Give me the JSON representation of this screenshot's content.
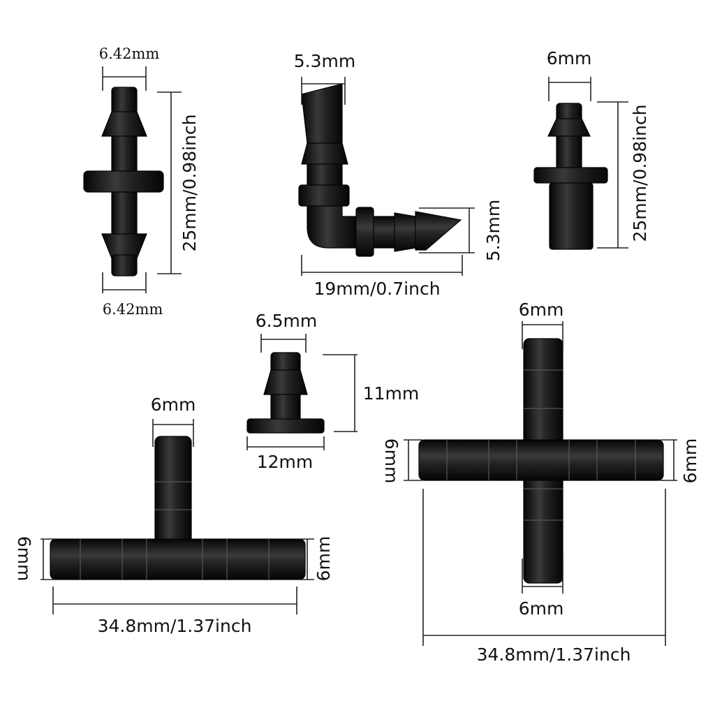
{
  "colors": {
    "part": "#1a1a1a",
    "background": "#ffffff",
    "dimension_line": "#222222"
  },
  "straight_connector": {
    "top_width": "6.42mm",
    "bottom_width": "6.42mm",
    "length": "25mm/0.98inch"
  },
  "elbow_connector": {
    "top_width": "5.3mm",
    "side_width": "5.3mm",
    "span": "19mm/0.7inch"
  },
  "barbed_adapter": {
    "width": "6mm",
    "length": "25mm/0.98inch"
  },
  "end_plug": {
    "width": "6.5mm",
    "height": "11mm",
    "flange": "12mm"
  },
  "tee_connector": {
    "top_width": "6mm",
    "left_width": "6mm",
    "right_width": "6mm",
    "length": "34.8mm/1.37inch"
  },
  "cross_connector": {
    "top_width": "6mm",
    "left_width": "6mm",
    "right_width": "6mm",
    "bottom_width": "6mm",
    "length": "34.8mm/1.37inch"
  }
}
